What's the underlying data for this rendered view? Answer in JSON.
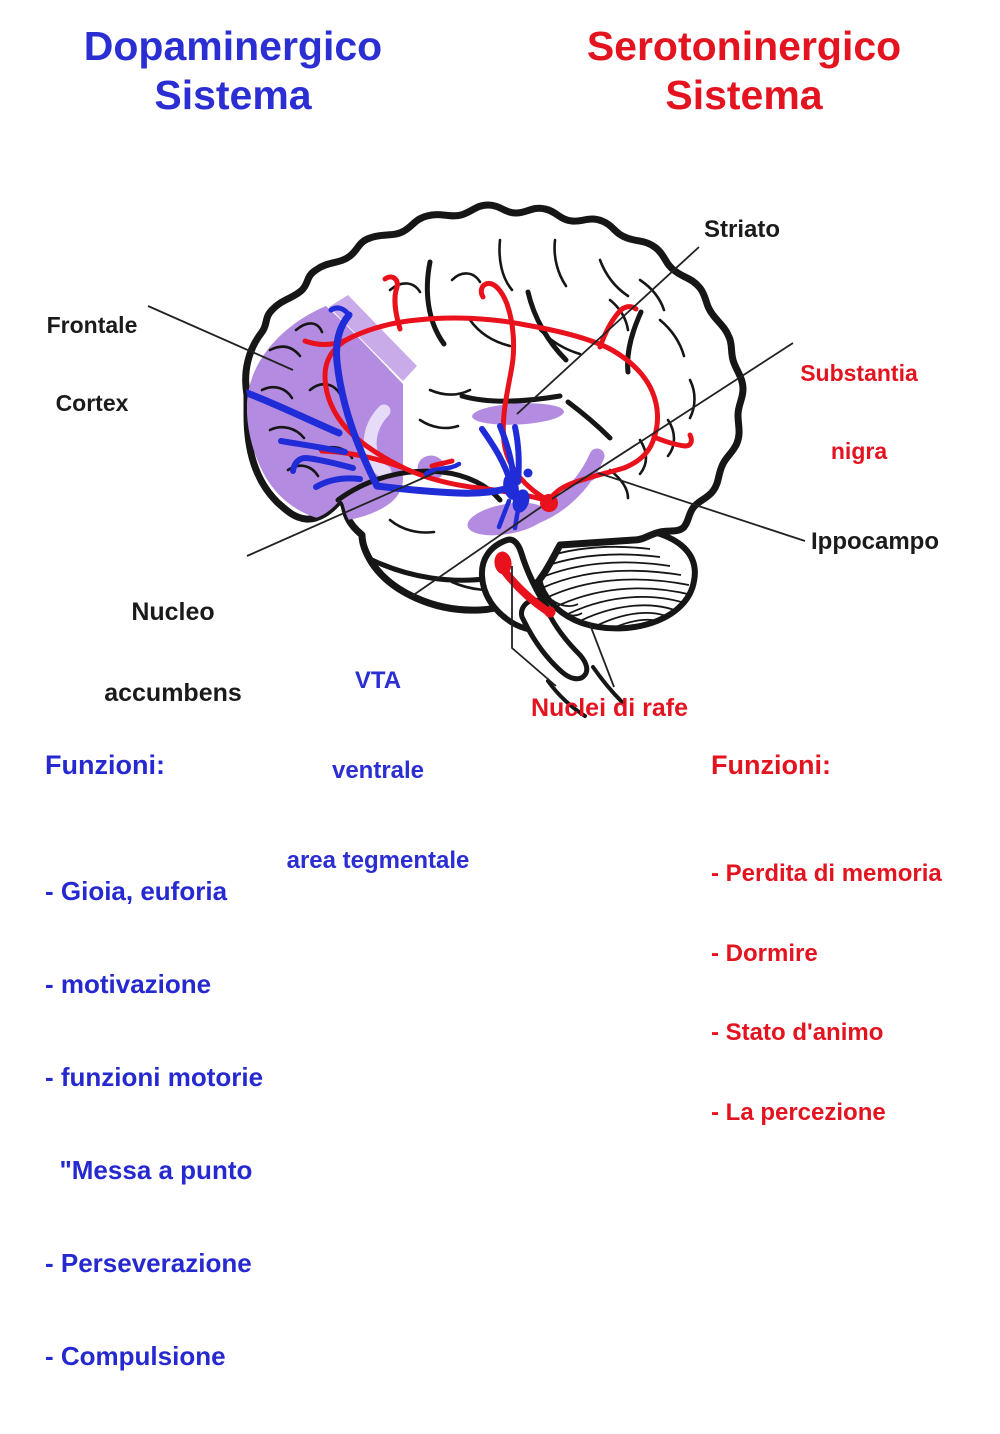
{
  "titles": {
    "left_line1": "Dopaminergico",
    "left_line2": "Sistema",
    "right_line1": "Serotoninergico",
    "right_line2": "Sistema"
  },
  "labels": {
    "striato": "Striato",
    "frontale_line1": "Frontale",
    "frontale_line2": "Cortex",
    "substantia_line1": "Substantia",
    "substantia_line2": "nigra",
    "ippocampo": "Ippocampo",
    "nucleo_line1": "Nucleo",
    "nucleo_line2": "accumbens",
    "vta_line1": "VTA",
    "vta_line2": "ventrale",
    "vta_line3": "area tegmentale",
    "nuclei_di_rafe": "Nuclei di rafe"
  },
  "left_functions": {
    "heading": "Funzioni:",
    "items": [
      "- Gioia, euforia",
      "- motivazione",
      "- funzioni motorie",
      "  \"Messa a punto",
      "- Perseverazione",
      "- Compulsione"
    ]
  },
  "right_functions": {
    "heading": "Funzioni:",
    "items": [
      "- Perdita di memoria",
      "- Dormire",
      "- Stato d'animo",
      "- La percezione"
    ]
  },
  "colors": {
    "dopamine_blue": "#2b2ed2",
    "serotonin_red": "#e8111c",
    "region_purple": "#b38be1",
    "region_purple_light": "#c9abe9",
    "outline_black": "#161616"
  }
}
